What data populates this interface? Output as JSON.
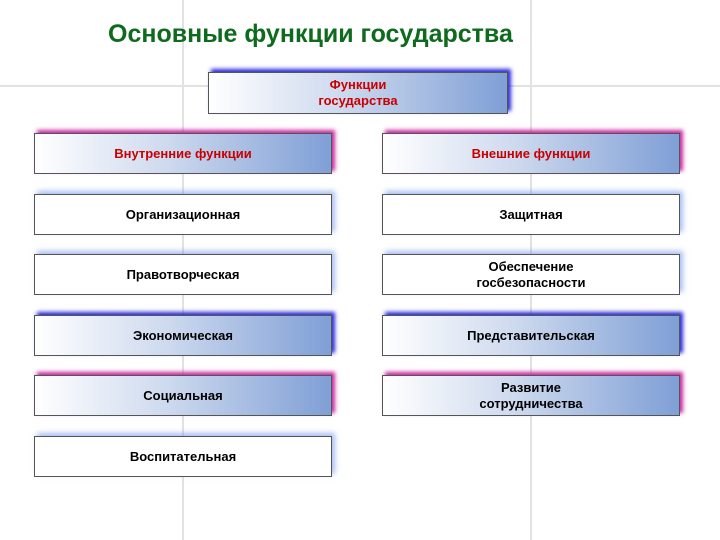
{
  "title": "Основные функции государства",
  "root": {
    "label": "Функции\nгосударства"
  },
  "left": {
    "header": "Внутренние функции",
    "items": [
      "Организационная",
      "Правотворческая",
      "Экономическая",
      "Социальная",
      "Воспитательная"
    ]
  },
  "right": {
    "header": "Внешние функции",
    "items": [
      "Защитная",
      "Обеспечение\nгосбезопасности",
      "Представительская",
      "Развитие\nсотрудничества"
    ]
  },
  "colors": {
    "title": "#0e6a1c",
    "header_text": "#c80000",
    "glow_blue": "#2a2ad8",
    "glow_pink": "#c62aa0"
  }
}
